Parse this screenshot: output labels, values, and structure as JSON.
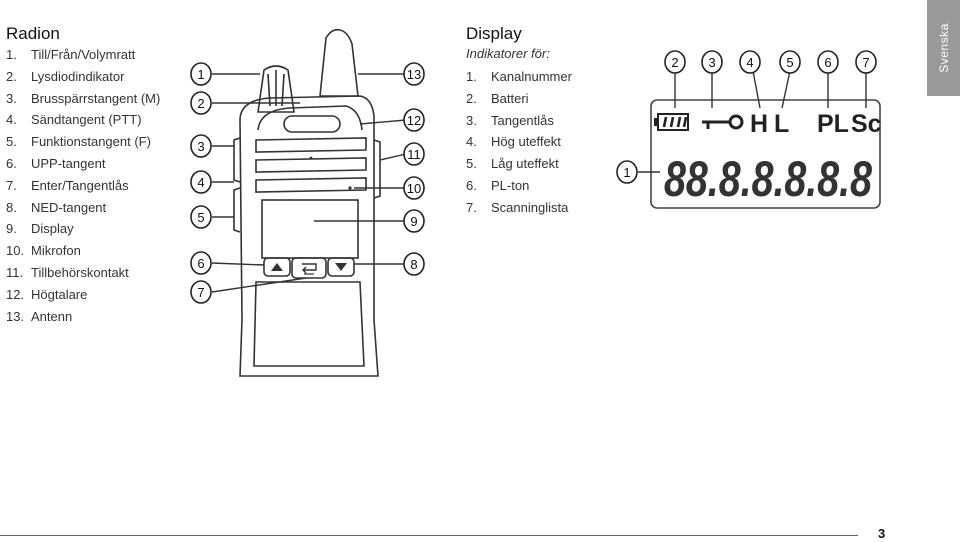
{
  "radio": {
    "title": "Radion",
    "items": [
      {
        "num": "1.",
        "text": "Till/Från/Volymratt"
      },
      {
        "num": "2.",
        "text": "Lysdiodindikator"
      },
      {
        "num": "3.",
        "text": "Brusspärrstangent (M)"
      },
      {
        "num": "4.",
        "text": "Sändtangent (PTT)"
      },
      {
        "num": "5.",
        "text": "Funktionstangent (F)"
      },
      {
        "num": "6.",
        "text": "UPP-tangent"
      },
      {
        "num": "7.",
        "text": "Enter/Tangentlås"
      },
      {
        "num": "8.",
        "text": "NED-tangent"
      },
      {
        "num": "9.",
        "text": "Display"
      },
      {
        "num": "10.",
        "text": "Mikrofon"
      },
      {
        "num": "11.",
        "text": "Tillbehörskontakt"
      },
      {
        "num": "12.",
        "text": "Högtalare"
      },
      {
        "num": "13.",
        "text": "Antenn"
      }
    ]
  },
  "radio_callouts": [
    "1",
    "2",
    "3",
    "4",
    "5",
    "6",
    "7",
    "8",
    "9",
    "10",
    "11",
    "12",
    "13"
  ],
  "display": {
    "title": "Display",
    "subtitle": "Indikatorer för:",
    "items": [
      {
        "num": "1.",
        "text": "Kanalnummer"
      },
      {
        "num": "2.",
        "text": "Batteri"
      },
      {
        "num": "3.",
        "text": "Tangentlås"
      },
      {
        "num": "4.",
        "text": "Hög uteffekt"
      },
      {
        "num": "5.",
        "text": "Låg uteffekt"
      },
      {
        "num": "6.",
        "text": "PL-ton"
      },
      {
        "num": "7.",
        "text": "Scanninglista"
      }
    ]
  },
  "lcd": {
    "callouts": [
      "1",
      "2",
      "3",
      "4",
      "5",
      "6",
      "7"
    ],
    "indicators": {
      "high": "H",
      "low": "L",
      "pl": "PL",
      "scan": "Sc"
    },
    "segment_text": "88.8.8.8.8.8"
  },
  "language_tab": "Svenska",
  "page_number": "3"
}
